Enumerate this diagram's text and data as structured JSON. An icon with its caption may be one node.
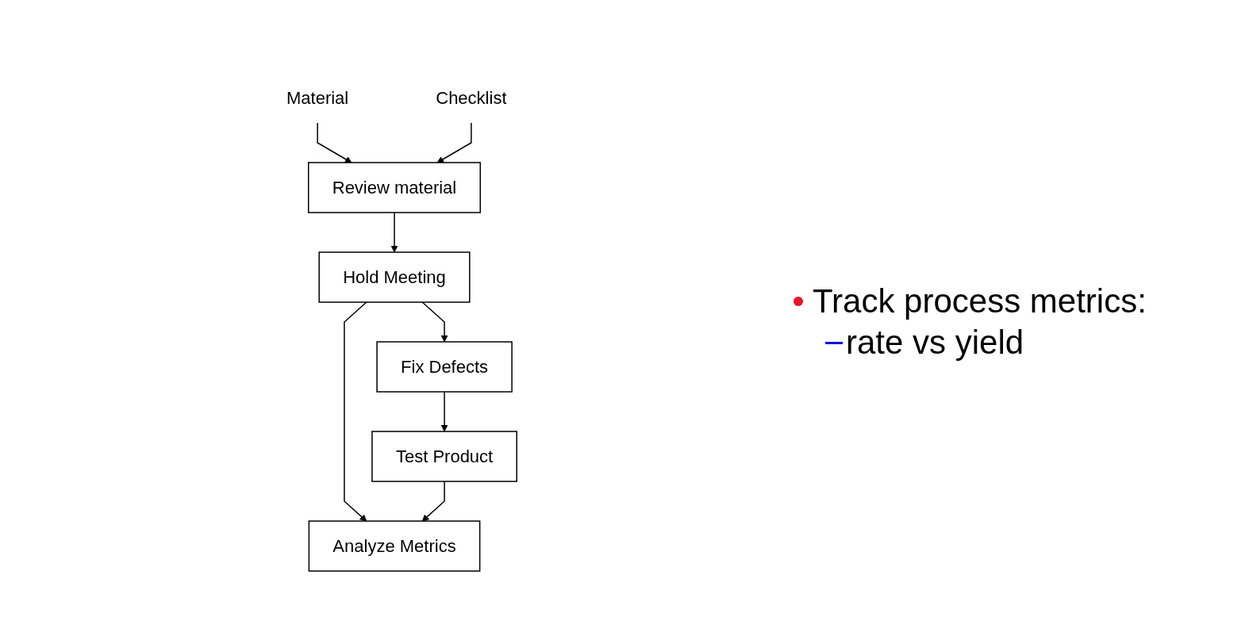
{
  "diagram": {
    "nodes": [
      {
        "text": [
          "Material"
        ]
      },
      {
        "text": [
          "Checklist"
        ]
      },
      {
        "text": [
          "Review material"
        ]
      },
      {
        "text": [
          "Hold Meeting"
        ]
      },
      {
        "text": [
          "Fix Defects"
        ]
      },
      {
        "text": [
          "Test Product"
        ]
      },
      {
        "text": [
          "Analyze Metrics"
        ]
      }
    ],
    "edges": [
      {
        "from": 0,
        "to": 2,
        "arrow": "to"
      },
      {
        "from": 1,
        "to": 2,
        "arrow": "to"
      },
      {
        "from": 2,
        "to": 3,
        "arrow": "to"
      },
      {
        "from": 3,
        "to": 4,
        "arrow": "to"
      },
      {
        "from": 4,
        "to": 5,
        "arrow": "to"
      },
      {
        "from": 3,
        "to": 6,
        "arrow": "to"
      },
      {
        "from": 5,
        "to": 6,
        "arrow": "to"
      }
    ],
    "labels": [
      "Track process metrics:",
      "rate vs yield"
    ]
  }
}
